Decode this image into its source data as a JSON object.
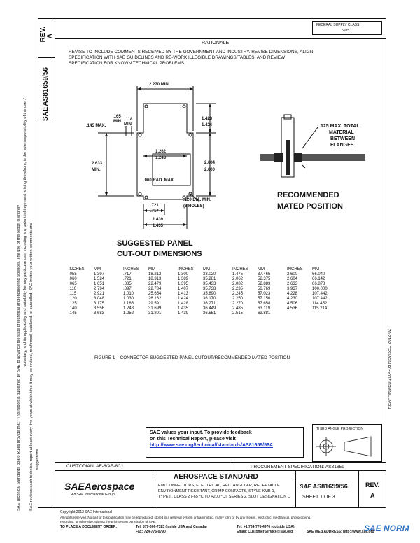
{
  "header": {
    "stamp_line1": "FEDERAL SUPPLY CLASS",
    "stamp_line2": "5935",
    "rev_label": "REV.",
    "rev_value": "A",
    "doc_number": "AS81659/56",
    "sae_prefix": "SAE"
  },
  "rationale": {
    "heading": "RATIONALE",
    "line1": "REVISE TO INCLUDE COMMENTS RECEIVED BY THE GOVERNMENT AND INDUSTRY. REVISE DIMENSIONS, ALIGN",
    "line2": "SPECIFICATION WITH SAE GUIDELINES AND RE-WORK ILLEGIBLE DRAWINGS/TABLES, AND REVIEW",
    "line3": "SPECIFICATION FOR KNOWN TECHNICAL PROBLEMS."
  },
  "drawing": {
    "dim_2270": "2.270 MIN.",
    "dim_165": ".165",
    "dim_165_min": "MIN.",
    "dim_118": ".118",
    "dim_118_min": "MIN.",
    "dim_145": ".145 MAX.",
    "dim_1428": "1.428",
    "dim_1424": "1.424",
    "dim_1262": "1.262",
    "dim_1248": "1.248",
    "dim_2633": "2.633",
    "dim_2633_min": "MIN.",
    "dim_2604": "2.604",
    "dim_2600": "2.600",
    "dim_060": ".060 RAD. MAX",
    "dim_120": ".120 DIA. MIN.",
    "dim_holes": "(8 HOLES)",
    "dim_721": ".721",
    "dim_717": ".717",
    "dim_1439": "1.439",
    "dim_1435": "1.435",
    "flange_1": ".125 MAX. TOTAL",
    "flange_2": "MATERIAL",
    "flange_3": "BETWEEN",
    "flange_4": "FLANGES",
    "mated_1": "RECOMMENDED",
    "mated_2": "MATED POSITION",
    "panel_1": "SUGGESTED PANEL",
    "panel_2": "CUT-OUT DIMENSIONS"
  },
  "table": {
    "headers": [
      "INCHES",
      "MM",
      "INCHES",
      "MM",
      "INCHES",
      "MM",
      "INCHES",
      "MM",
      "INCHES",
      "MM"
    ],
    "rows": [
      [
        ".055",
        "1.397",
        ".717",
        "18.212",
        "1.300",
        "33.020",
        "1.475",
        "37.465",
        "2.600",
        "66.040"
      ],
      [
        ".060",
        "1.524",
        ".721",
        "18.313",
        "1.389",
        "35.281",
        "2.062",
        "52.375",
        "2.604",
        "66.142"
      ],
      [
        ".065",
        "1.651",
        ".885",
        "22.479",
        "1.395",
        "35.433",
        "2.082",
        "52.883",
        "2.633",
        "66.878"
      ],
      [
        ".110",
        "2.794",
        ".897",
        "22.784",
        "1.407",
        "35.738",
        "2.235",
        "56.769",
        "3.937",
        "100.000"
      ],
      [
        ".115",
        "2.921",
        "1.010",
        "25.654",
        "1.413",
        "35.890",
        "2.245",
        "57.023",
        "4.228",
        "107.442"
      ],
      [
        ".120",
        "3.048",
        "1.030",
        "26.162",
        "1.424",
        "36.170",
        "2.250",
        "57.150",
        "4.230",
        "107.442"
      ],
      [
        ".125",
        "3.175",
        "1.165",
        "29.591",
        "1.428",
        "36.271",
        "2.270",
        "57.658",
        "4.506",
        "114.452"
      ],
      [
        ".140",
        "3.556",
        "1.248",
        "31.699",
        "1.435",
        "36.449",
        "2.485",
        "63.119",
        "4.536",
        "115.214"
      ],
      [
        ".145",
        "3.683",
        "1.252",
        "31.801",
        "1.439",
        "36.551",
        "2.515",
        "63.881",
        "",
        ""
      ]
    ]
  },
  "figure_caption": "FIGURE 1 – CONNECTOR SUGGESTED PANEL CUTOUT/RECOMMENDED MATED POSITION",
  "right_margin": "REAFFIRMED 2004-05     REVISED 2012-02",
  "third_angle": "THIRD ANGLE PROJECTION",
  "feedback": {
    "line1": "SAE values your input. To provide feedback",
    "line2": "on this Technical Report, please visit",
    "link": "http://www.sae.org/technical/standards/AS81659/56A"
  },
  "custodian": "CUSTODIAN:  AE-8/AE-8C1",
  "procurement": "PROCUREMENT SPECIFICATION:  AS81659",
  "title_block": {
    "brand": "SAEAerospace",
    "brand_sub": "An SAE International Group",
    "standard": "AEROSPACE STANDARD",
    "desc1": "EMI CONNECTORS, ELECTRICAL, RECTANGULAR, RECEPTACLE",
    "desc2": "ENVIRONMENT RESISTANT, CRIMP CONTACTS, STYLE KMB-1,",
    "desc3": "TYPE II, CLASS 2 (-65 °C TO +200 °C), SERIES 2, SLOT DESIGNATION C",
    "doc_no": "AS81659/56",
    "sheet": "SHEET 1 OF 3",
    "rev_label": "REV.",
    "rev_value": "A"
  },
  "footer": {
    "copyright": "Copyright 2012 SAE International",
    "rights1": "All rights reserved. No part of this publication may be reproduced, stored in a retrieval system or transmitted, in any form or by any means, electronic, mechanical, photocopying,",
    "rights2": "recording, or otherwise, without the prior written permission of SAE.",
    "order_label": "TO PLACE A DOCUMENT ORDER:",
    "tel1": "Tel: 877-606-7323 (inside USA and Canada)",
    "fax": "Fax: 724-776-0790",
    "tel2": "Tel: +1 724-776-4970 (outside USA)",
    "email": "Email: CustomerService@sae.org",
    "web": "SAE WEB ADDRESS:  http://www.sae.org"
  },
  "left_margin": {
    "line1": "SAE Technical Standards Board Rules provide that: \"This report is published by SAE to advance the state of technical and engineering sciences. The use of this report is entirely",
    "line2": "voluntary, and its applicability and suitability for any particular use, including any patent infringement arising therefrom, is the sole responsibility of the user.\"",
    "line3": "SAE reviews each technical report at least every five years at which time it may be revised, reaffirmed, stabilized, or cancelled. SAE invites your written comments and",
    "line4": "suggestions."
  },
  "watermark": "SAE NORM"
}
